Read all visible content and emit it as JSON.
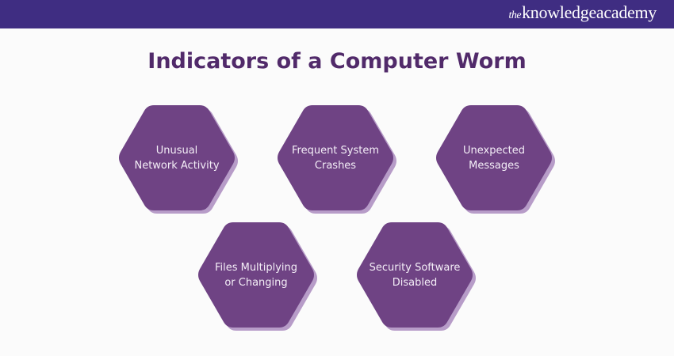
{
  "header": {
    "brand_prefix": "the",
    "brand_name": "knowledgeacademy",
    "bar_color": "#3f2d82"
  },
  "diagram": {
    "title": "Indicators of a Computer Worm",
    "title_color": "#512a6a",
    "hexagon_fill": "#6f4384",
    "hexagon_shadow": "#b79cc8",
    "items": [
      {
        "label": "Unusual\nNetwork Activity",
        "icon": "hexagon-shape"
      },
      {
        "label": "Frequent System\nCrashes",
        "icon": "hexagon-shape"
      },
      {
        "label": "Unexpected\nMessages",
        "icon": "hexagon-shape"
      },
      {
        "label": "Files Multiplying\nor Changing",
        "icon": "hexagon-shape"
      },
      {
        "label": "Security Software\nDisabled",
        "icon": "hexagon-shape"
      }
    ]
  }
}
